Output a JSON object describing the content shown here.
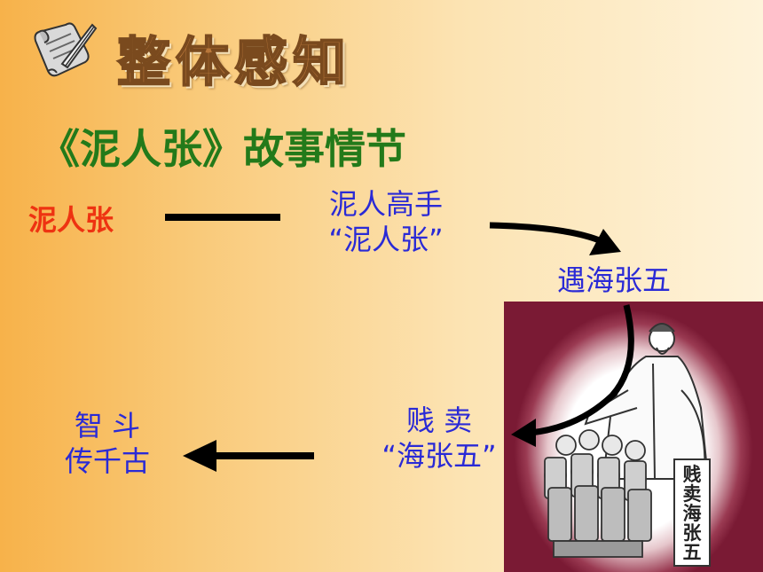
{
  "header": {
    "title": "整体感知"
  },
  "subtitle": "《泥人张》故事情节",
  "diagram": {
    "root": "泥人张",
    "nodes": [
      {
        "line1": "泥人高手",
        "line2": "“泥人张”"
      },
      {
        "line1": "遇海张五"
      },
      {
        "line1": "贱  卖",
        "line2": "“海张五”"
      },
      {
        "line1": "智 斗",
        "line2": "传千古"
      }
    ]
  },
  "picture": {
    "sign_text": "贱卖海张五"
  },
  "colors": {
    "title_green": "#237a1a",
    "root_red": "#ee3311",
    "node_blue": "#2a2ad6",
    "header_brown": "#b9773a",
    "frame_maroon": "#7a1a34"
  }
}
